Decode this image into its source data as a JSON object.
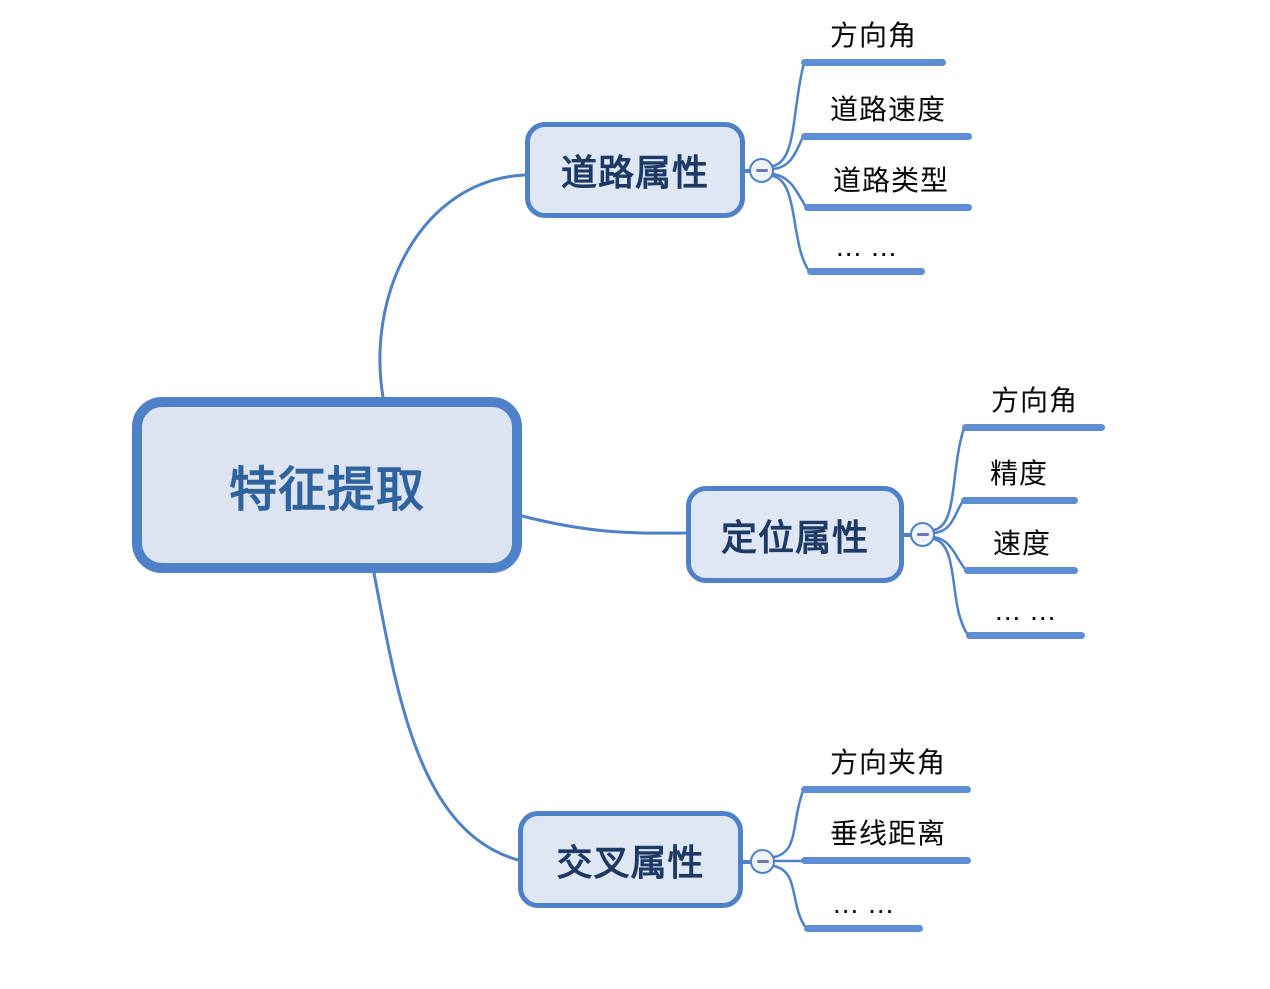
{
  "diagram": {
    "type": "mindmap",
    "root": {
      "label": "特征提取"
    },
    "branches": [
      {
        "label": "道路属性",
        "collapse_state": "expanded",
        "leaves": [
          "方向角",
          "道路速度",
          "道路类型",
          "... ..."
        ]
      },
      {
        "label": "定位属性",
        "collapse_state": "expanded",
        "leaves": [
          "方向角",
          "精度",
          "速度",
          "... ..."
        ]
      },
      {
        "label": "交叉属性",
        "collapse_state": "expanded",
        "leaves": [
          "方向夹角",
          "垂线距离",
          "... ..."
        ]
      }
    ],
    "colors": {
      "node_border": "#4e81c8",
      "root_fill": "#dce4f1",
      "branch_fill": "#e0e7f4",
      "root_text": "#2f639e",
      "branch_text": "#1d3a66",
      "leaf_text": "#0a0a0a",
      "line": "#4e81c8",
      "underline": "#5d8ed3",
      "collapse_fill": "#eef2f9",
      "collapse_minus": "#6e76b4",
      "background": "#ffffff"
    }
  }
}
